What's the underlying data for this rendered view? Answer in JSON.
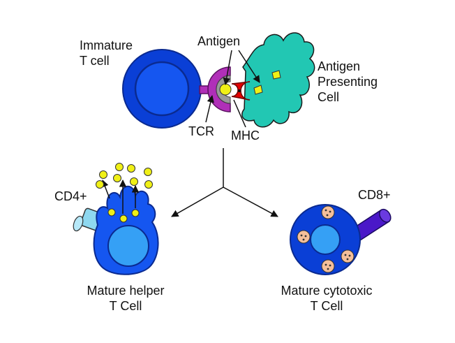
{
  "labels": {
    "immature_t_cell": [
      "Immature",
      "T cell"
    ],
    "antigen": "Antigen",
    "antigen_presenting_cell": [
      "Antigen",
      "Presenting",
      "Cell"
    ],
    "tcr": "TCR",
    "mhc": "MHC",
    "cd4": "CD4+",
    "cd8": "CD8+",
    "mature_helper": [
      "Mature helper",
      "T Cell"
    ],
    "mature_cytotoxic": [
      "Mature cytotoxic",
      "T Cell"
    ]
  },
  "colors": {
    "cell_dark_blue": "#0a3fd6",
    "cell_blue": "#1556f0",
    "nucleus_light_blue": "#35a0f5",
    "apc_teal": "#22c7b3",
    "tcr_purple": "#b02fb8",
    "mhc_red": "#e50000",
    "antigen_yellow": "#f0f016",
    "granule_peach": "#f4bf9a",
    "cd4_cyan": "#8ed8f0",
    "cd8_purple": "#4a18c8"
  }
}
